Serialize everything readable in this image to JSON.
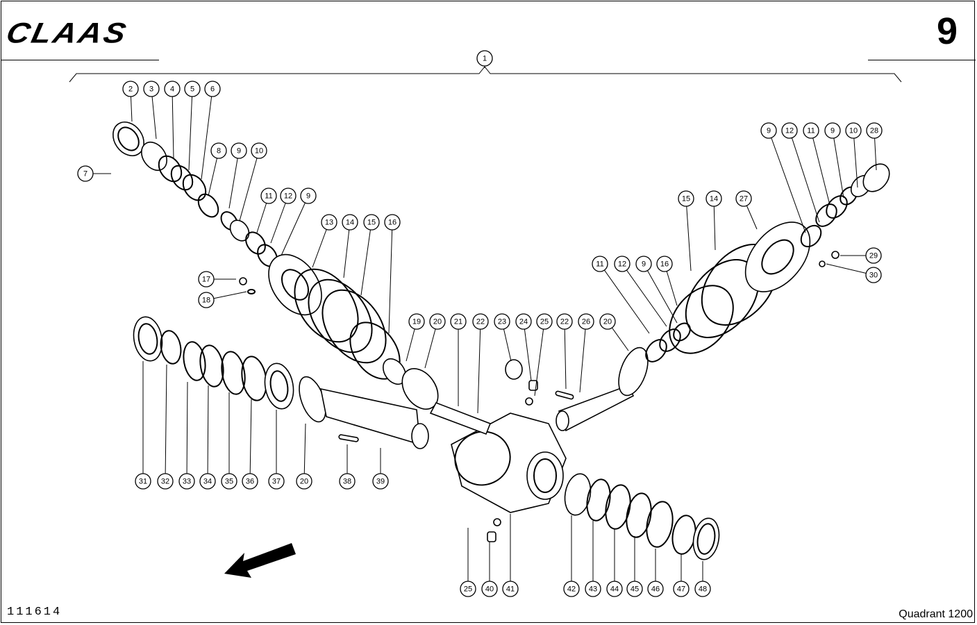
{
  "header": {
    "brand": "CLAAS",
    "page_number": "9"
  },
  "footer": {
    "doc_id": "111614",
    "model": "Quadrant 1200"
  },
  "callouts": [
    {
      "n": "1"
    },
    {
      "n": "2"
    },
    {
      "n": "3"
    },
    {
      "n": "4"
    },
    {
      "n": "5"
    },
    {
      "n": "6"
    },
    {
      "n": "7"
    },
    {
      "n": "8"
    },
    {
      "n": "9"
    },
    {
      "n": "10"
    },
    {
      "n": "11"
    },
    {
      "n": "12"
    },
    {
      "n": "9"
    },
    {
      "n": "13"
    },
    {
      "n": "14"
    },
    {
      "n": "15"
    },
    {
      "n": "16"
    },
    {
      "n": "17"
    },
    {
      "n": "18"
    },
    {
      "n": "19"
    },
    {
      "n": "20"
    },
    {
      "n": "21"
    },
    {
      "n": "22"
    },
    {
      "n": "23"
    },
    {
      "n": "24"
    },
    {
      "n": "25"
    },
    {
      "n": "22"
    },
    {
      "n": "26"
    },
    {
      "n": "20"
    },
    {
      "n": "11"
    },
    {
      "n": "12"
    },
    {
      "n": "9"
    },
    {
      "n": "16"
    },
    {
      "n": "15"
    },
    {
      "n": "14"
    },
    {
      "n": "27"
    },
    {
      "n": "9"
    },
    {
      "n": "12"
    },
    {
      "n": "11"
    },
    {
      "n": "9"
    },
    {
      "n": "10"
    },
    {
      "n": "28"
    },
    {
      "n": "29"
    },
    {
      "n": "30"
    },
    {
      "n": "31"
    },
    {
      "n": "32"
    },
    {
      "n": "33"
    },
    {
      "n": "34"
    },
    {
      "n": "35"
    },
    {
      "n": "36"
    },
    {
      "n": "37"
    },
    {
      "n": "20"
    },
    {
      "n": "38"
    },
    {
      "n": "39"
    },
    {
      "n": "25"
    },
    {
      "n": "40"
    },
    {
      "n": "41"
    },
    {
      "n": "42"
    },
    {
      "n": "43"
    },
    {
      "n": "44"
    },
    {
      "n": "45"
    },
    {
      "n": "46"
    },
    {
      "n": "47"
    },
    {
      "n": "48"
    }
  ]
}
